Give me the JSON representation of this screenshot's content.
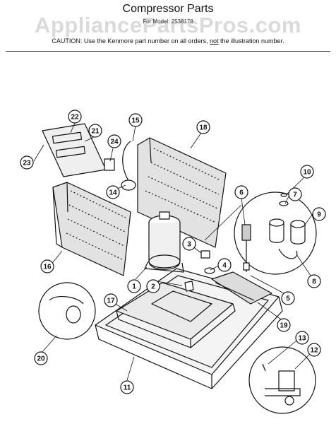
{
  "header": {
    "title": "Compressor Parts",
    "subtitle": "For Model: 2538178",
    "caution_prefix": "CAUTION: Use the Kenmore part number on all orders, ",
    "caution_emph": "not",
    "caution_suffix": " the illustration number.",
    "watermark": "AppliancePartsPros.com"
  },
  "callouts": [
    "1",
    "2",
    "3",
    "4",
    "5",
    "6",
    "7",
    "8",
    "9",
    "10",
    "11",
    "12",
    "13",
    "14",
    "15",
    "16",
    "17",
    "18",
    "19",
    "20",
    "21",
    "22",
    "23",
    "24"
  ]
}
